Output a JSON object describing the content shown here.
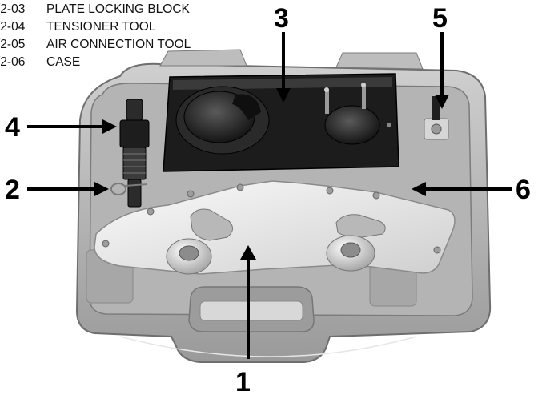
{
  "parts_list": [
    {
      "code": "/2-03",
      "name": "PLATE LOCKING BLOCK"
    },
    {
      "code": "/2-04",
      "name": "TENSIONER TOOL"
    },
    {
      "code": "/2-05",
      "name": "AIR CONNECTION TOOL"
    },
    {
      "code": "/2-06",
      "name": "CASE"
    }
  ],
  "callouts": {
    "c1": "1",
    "c2": "2",
    "c3": "3",
    "c4": "4",
    "c5": "5",
    "c6": "6"
  }
}
